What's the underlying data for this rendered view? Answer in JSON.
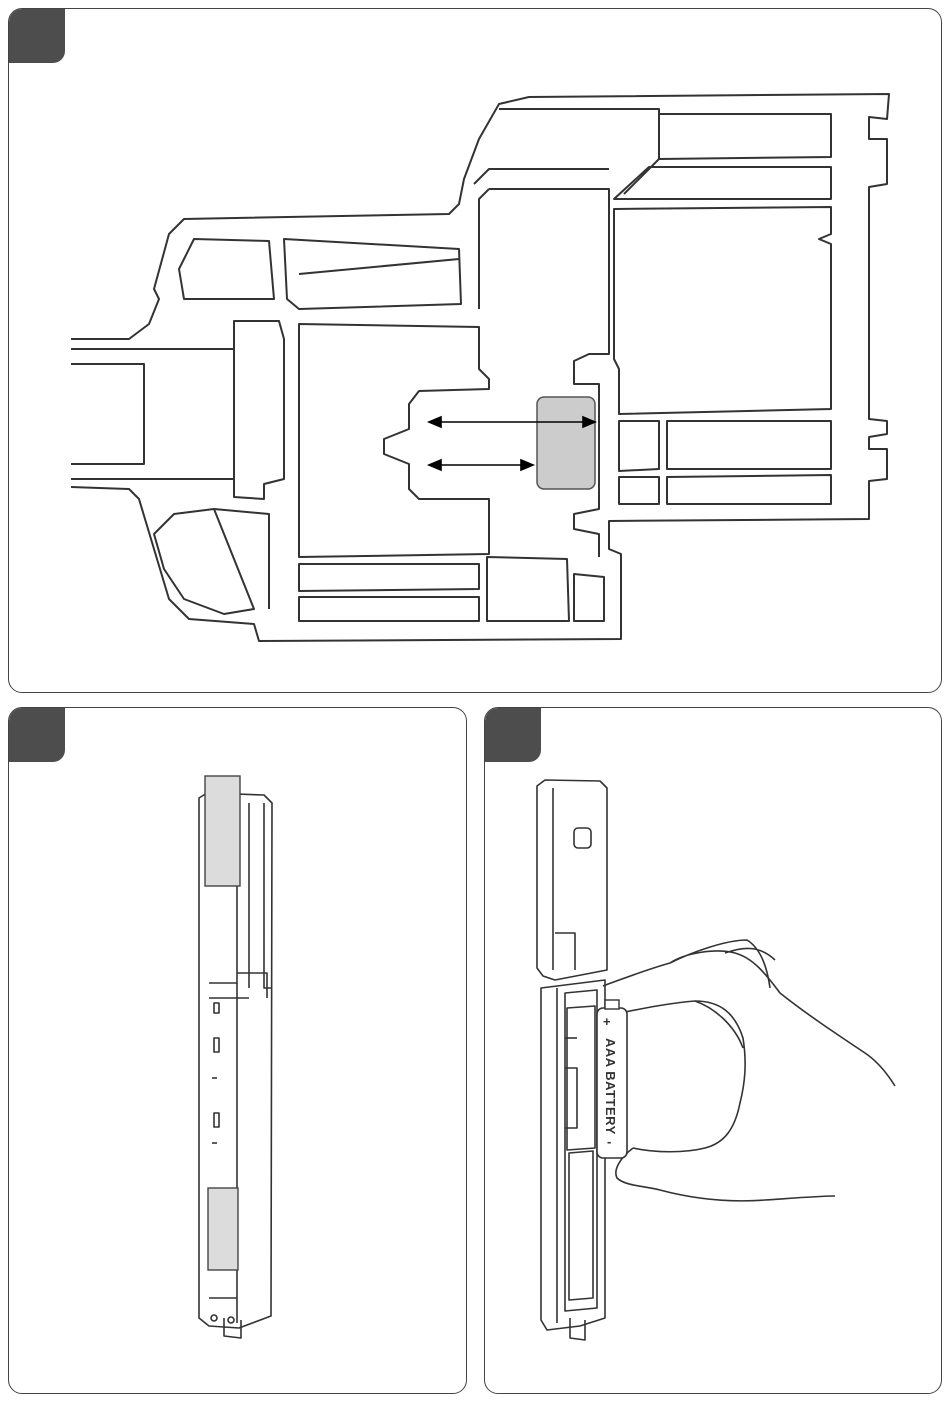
{
  "panels": [
    {
      "id": "step-1"
    },
    {
      "id": "step-2"
    },
    {
      "id": "step-3"
    }
  ],
  "battery": {
    "label": "AAA BATTERY",
    "plus": "+",
    "minus": "-"
  },
  "colors": {
    "badge": "#4d4d4d",
    "line": "#333333",
    "sensor_fill": "#cccccc",
    "adhesive_fill": "#dcdcdc"
  }
}
